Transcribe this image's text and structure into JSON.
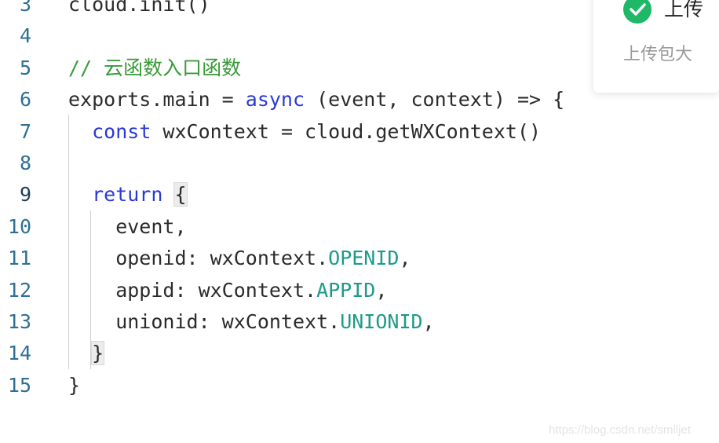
{
  "editor": {
    "lines": [
      {
        "num": "3",
        "parts": [
          {
            "t": "cloud.init()",
            "c": ""
          }
        ]
      },
      {
        "num": "4",
        "parts": []
      },
      {
        "num": "5",
        "parts": [
          {
            "t": "// 云函数入口函数",
            "c": "comment"
          }
        ]
      },
      {
        "num": "6",
        "parts": [
          {
            "t": "exports.main = ",
            "c": ""
          },
          {
            "t": "async",
            "c": "kw"
          },
          {
            "t": " (event, context) => {",
            "c": ""
          }
        ]
      },
      {
        "num": "7",
        "parts": [
          {
            "t": "  ",
            "c": ""
          },
          {
            "t": "const",
            "c": "kw"
          },
          {
            "t": " wxContext = cloud.getWXContext()",
            "c": ""
          }
        ]
      },
      {
        "num": "8",
        "parts": []
      },
      {
        "num": "9",
        "parts": [
          {
            "t": "  ",
            "c": ""
          },
          {
            "t": "return",
            "c": "kw"
          },
          {
            "t": " ",
            "c": ""
          },
          {
            "t": "{",
            "c": "bracket"
          }
        ]
      },
      {
        "num": "10",
        "parts": [
          {
            "t": "    event,",
            "c": ""
          }
        ]
      },
      {
        "num": "11",
        "parts": [
          {
            "t": "    openid: wxContext.",
            "c": ""
          },
          {
            "t": "OPENID",
            "c": "prop"
          },
          {
            "t": ",",
            "c": ""
          }
        ]
      },
      {
        "num": "12",
        "parts": [
          {
            "t": "    appid: wxContext.",
            "c": ""
          },
          {
            "t": "APPID",
            "c": "prop"
          },
          {
            "t": ",",
            "c": ""
          }
        ]
      },
      {
        "num": "13",
        "parts": [
          {
            "t": "    unionid: wxContext.",
            "c": ""
          },
          {
            "t": "UNIONID",
            "c": "prop"
          },
          {
            "t": ",",
            "c": ""
          }
        ]
      },
      {
        "num": "14",
        "parts": [
          {
            "t": "  ",
            "c": ""
          },
          {
            "t": "}",
            "c": "bracket"
          }
        ]
      },
      {
        "num": "15",
        "parts": [
          {
            "t": "}",
            "c": ""
          }
        ]
      }
    ],
    "active_line": "9"
  },
  "toast": {
    "title": "上传",
    "message": "上传包大",
    "icon": "check-circle-icon",
    "icon_color": "#1fb866"
  },
  "watermark": "https://blog.csdn.net/smlljet",
  "colors": {
    "keyword": "#2a3ad6",
    "comment": "#3a9a3a",
    "property": "#1d9a8a",
    "line_number": "#2e6f95"
  }
}
